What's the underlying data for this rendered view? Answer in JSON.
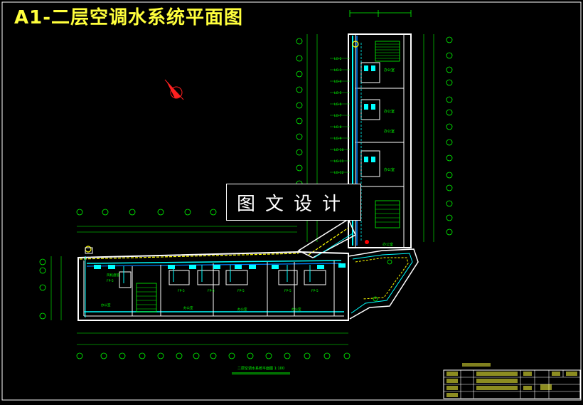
{
  "title": "A1-二层空调水系统平面图",
  "watermark": "图文设计",
  "plan_caption": "二层空调水系统平面图  1:100",
  "colors": {
    "background": "#000000",
    "wall": "#ffffff",
    "pipe_supply": "#00ffff",
    "pipe_return": "#0080ff",
    "label": "#00ff00",
    "dimension": "#00ff00",
    "title": "#ffff3c",
    "north_arrow": "#ff2020",
    "frame": "#ffffff"
  },
  "icons": {
    "north_arrow": "north-arrow-icon"
  }
}
